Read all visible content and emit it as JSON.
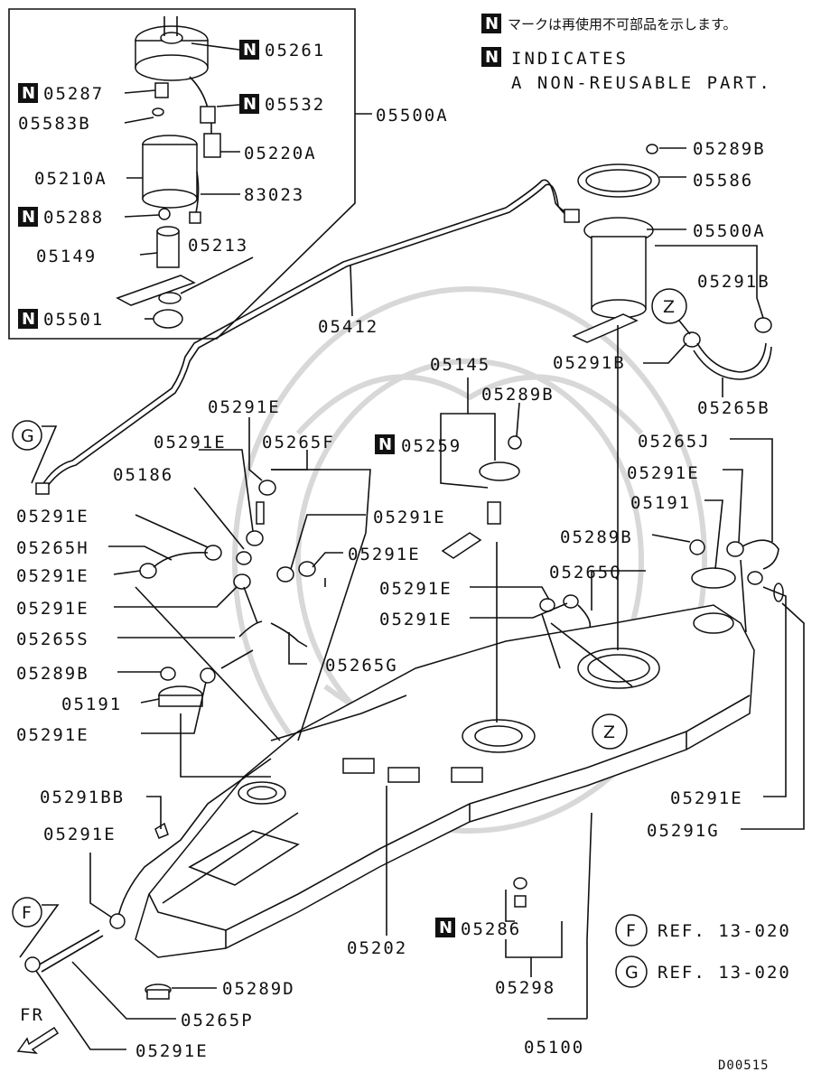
{
  "legend": {
    "mark": "N",
    "japanese_note": "マークは再使用不可部品を示します。",
    "english_line1": "INDICATES",
    "english_line2": "A NON-REUSABLE PART."
  },
  "inset_parts": {
    "p05261": "05261",
    "p05287": "05287",
    "p05532": "05532",
    "p05583B": "05583B",
    "p05220A": "05220A",
    "p05210A": "05210A",
    "p83023": "83023",
    "p05288": "05288",
    "p05149": "05149",
    "p05213": "05213",
    "p05501": "05501"
  },
  "parts": {
    "p05500A_inset": "05500A",
    "p05289B_top": "05289B",
    "p05586": "05586",
    "p05500A": "05500A",
    "p05291B_a": "05291B",
    "p05412": "05412",
    "p05291B_b": "05291B",
    "p05265B": "05265B",
    "p05145": "05145",
    "p05289B_mid": "05289B",
    "p05259": "05259",
    "p05291E_1": "05291E",
    "p05291E_2": "05291E",
    "p05265F": "05265F",
    "p05186": "05186",
    "p05291E_3": "05291E",
    "p05291E_4": "05291E",
    "p05265H": "05265H",
    "p05291E_5": "05291E",
    "p05291E_6": "05291E",
    "p05291E_7": "05291E",
    "p05265S": "05265S",
    "p05265G": "05265G",
    "p05289B_left": "05289B",
    "p05191_left": "05191",
    "p05291E_8": "05291E",
    "p05265J": "05265J",
    "p05291E_9": "05291E",
    "p05191_right": "05191",
    "p05289B_right": "05289B",
    "p05265Q": "05265Q",
    "p05291E_10": "05291E",
    "p05291E_11": "05291E",
    "p05291BB": "05291BB",
    "p05291E_12": "05291E",
    "p05291E_13": "05291E",
    "p05291G": "05291G",
    "p05202": "05202",
    "p05286": "05286",
    "p05298": "05298",
    "p05100": "05100",
    "p05289D": "05289D",
    "p05265P": "05265P",
    "p05291E_14": "05291E"
  },
  "callouts": {
    "g": "G",
    "f": "F",
    "z1": "Z",
    "z2": "Z"
  },
  "references": {
    "f_ref": "REF. 13-020",
    "g_ref": "REF. 13-020"
  },
  "fr_label": "FR",
  "diagram_code": "D00515"
}
